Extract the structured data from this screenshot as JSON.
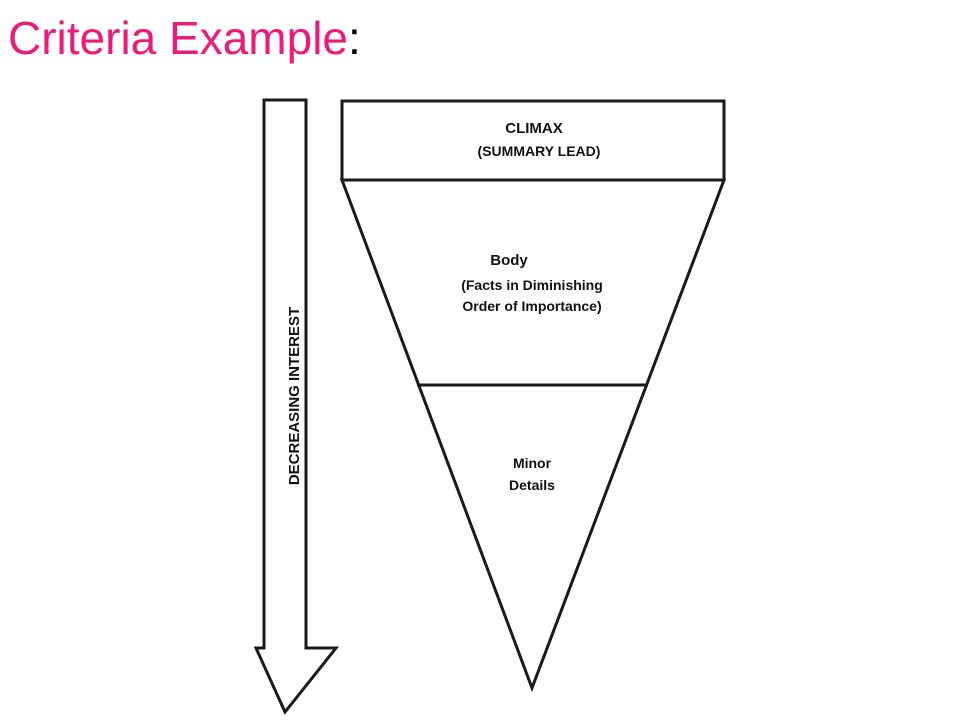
{
  "slide": {
    "title": "Criteria Example",
    "title_suffix": ":"
  },
  "colors": {
    "title": "#ee1a7a",
    "line": "#1a1a1a"
  },
  "arrow": {
    "label": "DECREASING INTEREST"
  },
  "pyramid": {
    "top_section": {
      "title": "CLIMAX",
      "subtitle": "(SUMMARY LEAD)"
    },
    "middle_section": {
      "title": "Body",
      "line1": "(Facts in Diminishing",
      "line2": "Order of Importance)"
    },
    "bottom_section": {
      "line1": "Minor",
      "line2": "Details"
    }
  }
}
